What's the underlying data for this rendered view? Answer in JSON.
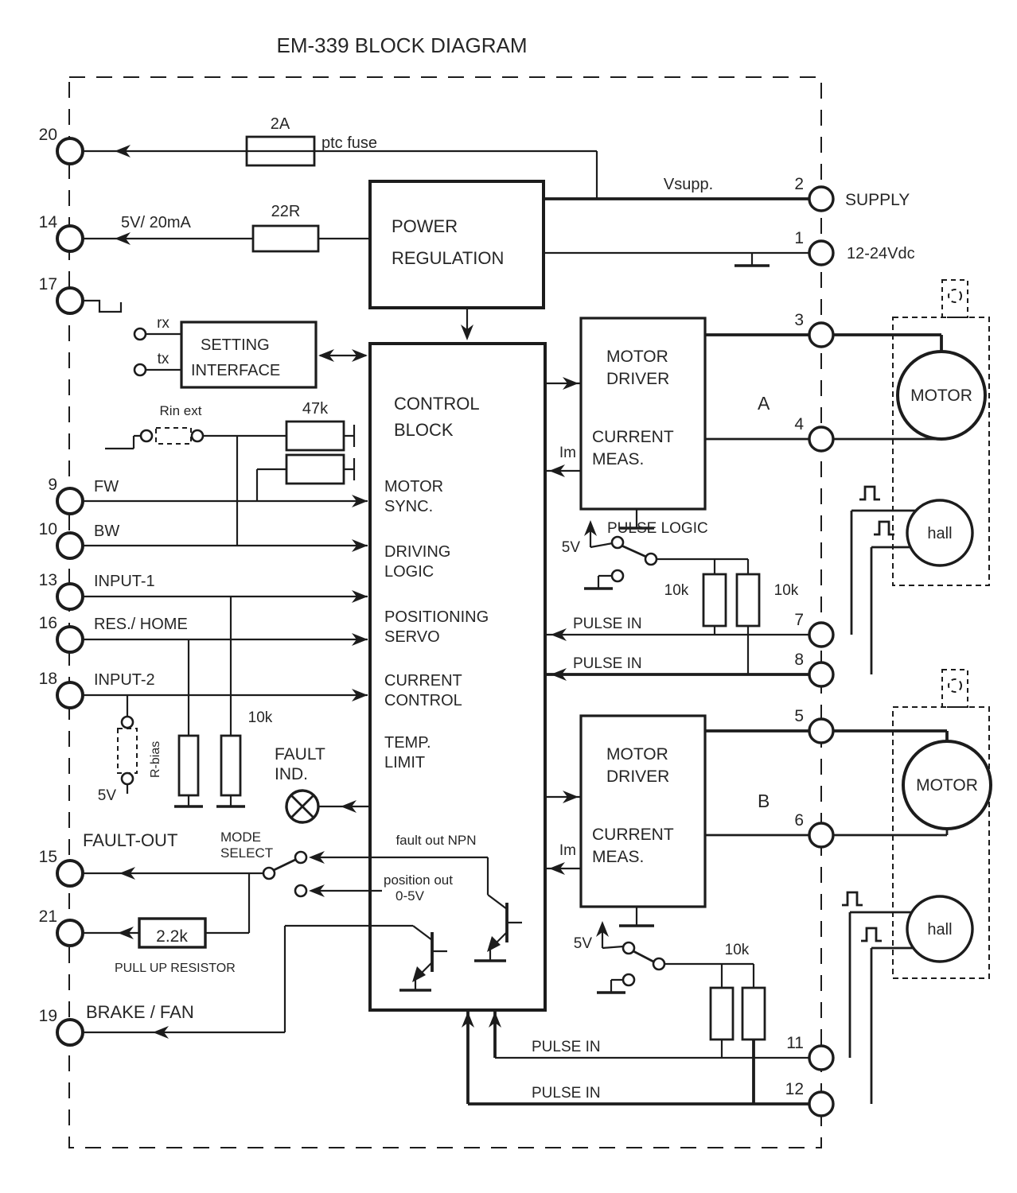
{
  "colors": {
    "ink": "#1c1c1c",
    "text": "#262626",
    "background": "#ffffff"
  },
  "title": "EM-339  BLOCK DIAGRAM",
  "terminals": {
    "t20": "20",
    "t14": "14",
    "t17": "17",
    "t9": "9",
    "t10": "10",
    "t13": "13",
    "t16": "16",
    "t18": "18",
    "t15": "15",
    "t21": "21",
    "t19": "19"
  },
  "pins": {
    "p1": "1",
    "p2": "2",
    "p3": "3",
    "p4": "4",
    "p5": "5",
    "p6": "6",
    "p7": "7",
    "p8": "8",
    "p11": "11",
    "p12": "12"
  },
  "labels": {
    "supply": "SUPPLY",
    "supply_voltage": "12-24Vdc",
    "vsupp": "Vsupp.",
    "fuse_rating": "2A",
    "ptc_fuse": "ptc fuse",
    "out_5v_20ma": "5V/ 20mA",
    "r22": "22R",
    "rx": "rx",
    "tx": "tx",
    "rin_ext": "Rin ext",
    "r47k": "47k",
    "fw": "FW",
    "bw": "BW",
    "input1": "INPUT-1",
    "res_home": "RES./ HOME",
    "input2": "INPUT-2",
    "r10k": "10k",
    "r_bias": "R-bias",
    "v5": "5V",
    "fault_line1": "FAULT",
    "fault_line2": "IND.",
    "fault_out": "FAULT-OUT",
    "mode_line1": "MODE",
    "mode_line2": "SELECT",
    "fault_out_npn": "fault out NPN",
    "position_out_line1": "position out",
    "position_out_line2": "0-5V",
    "r2k2": "2.2k",
    "pull_up_resistor": "PULL UP RESISTOR",
    "brake_fan": "BRAKE / FAN",
    "pulse_logic": "PULSE LOGIC",
    "pulse_in": "PULSE IN",
    "im": "Im",
    "motor": "MOTOR",
    "hall": "hall",
    "section_a": "A",
    "section_b": "B"
  },
  "blocks": {
    "power_line1": "POWER",
    "power_line2": "REGULATION",
    "setting_line1": "SETTING",
    "setting_line2": "INTERFACE",
    "control_line1": "CONTROL",
    "control_line2": "BLOCK",
    "fn_motor_sync_1": "MOTOR",
    "fn_motor_sync_2": "SYNC.",
    "fn_driving_1": "DRIVING",
    "fn_driving_2": "LOGIC",
    "fn_positioning_1": "POSITIONING",
    "fn_positioning_2": "SERVO",
    "fn_current_1": "CURRENT",
    "fn_current_2": "CONTROL",
    "fn_temp_1": "TEMP.",
    "fn_temp_2": "LIMIT",
    "driver_line1": "MOTOR",
    "driver_line2": "DRIVER",
    "driver_line3": "CURRENT",
    "driver_line4": "MEAS."
  }
}
